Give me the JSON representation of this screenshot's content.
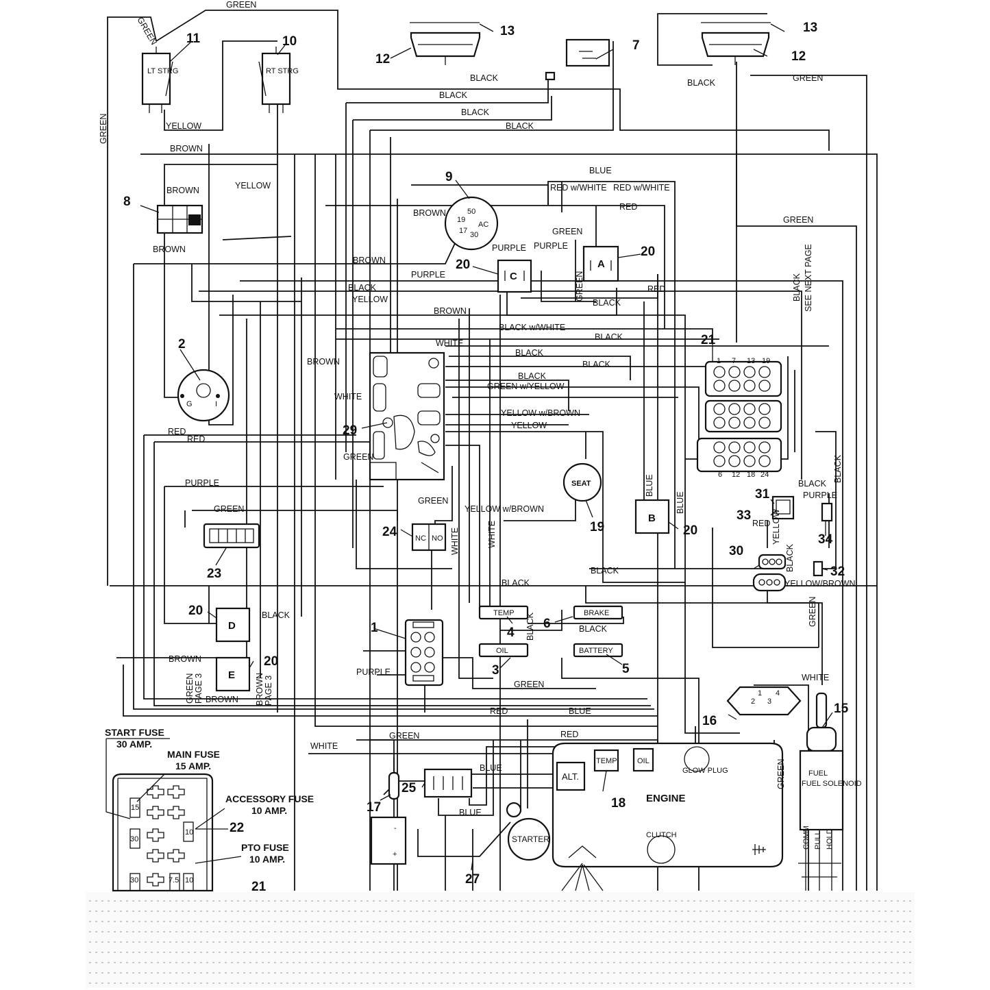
{
  "wire_labels": {
    "green": "GREEN",
    "black": "BLACK",
    "yellow": "YELLOW",
    "brown": "BROWN",
    "blue": "BLUE",
    "red": "RED",
    "purple": "PURPLE",
    "white": "WHITE",
    "red_w_white": "RED w/WHITE",
    "black_w_white": "BLACK w/WHITE",
    "green_w_yellow": "GREEN w/YELLOW",
    "yellow_w_brown": "YELLOW w/BROWN",
    "yellow_brown": "YELLOW/BROWN",
    "see_next_page": "SEE NEXT PAGE",
    "page_3": "PAGE 3"
  },
  "components": {
    "lt_strg": "LT STRG",
    "rt_strg": "RT STRG",
    "seat": "SEAT",
    "temp": "TEMP",
    "brake": "BRAKE",
    "oil": "OIL",
    "battery": "BATTERY",
    "nc": "NC",
    "no": "NO",
    "alt": "ALT.",
    "engine": "ENGINE",
    "glow_plug": "GLOW PLUG",
    "starter": "STARTER",
    "clutch": "CLUTCH",
    "fuel_solenoid": "FUEL SOLENOID",
    "relay_a": "A",
    "relay_b": "B",
    "relay_c": "C",
    "relay_d": "D",
    "relay_e": "E",
    "ign_terminals": [
      "50",
      "19",
      "17",
      "30",
      "AC"
    ],
    "g_terminal": "G",
    "i_terminal": "I",
    "solenoid_modes": [
      "COMM",
      "PULL",
      "HOLD"
    ],
    "module_terminals": [
      "1",
      "7",
      "13",
      "19",
      "6",
      "12",
      "18",
      "24"
    ],
    "relay16_terminals": [
      "2",
      "1",
      "3",
      "4"
    ]
  },
  "fuses": {
    "start": "START FUSE",
    "start_amp": "30 AMP.",
    "main": "MAIN FUSE",
    "main_amp": "15 AMP.",
    "accessory": "ACCESSORY FUSE",
    "accessory_amp": "10 AMP.",
    "pto": "PTO FUSE",
    "pto_amp": "10 AMP.",
    "values": [
      "15",
      "30",
      "10",
      "30",
      "7.5",
      "10"
    ]
  },
  "callouts": [
    "1",
    "2",
    "3",
    "4",
    "5",
    "6",
    "7",
    "8",
    "9",
    "10",
    "11",
    "12",
    "13",
    "15",
    "16",
    "17",
    "18",
    "19",
    "20",
    "21",
    "22",
    "23",
    "24",
    "25",
    "27",
    "29",
    "30",
    "31",
    "32",
    "33",
    "34"
  ]
}
